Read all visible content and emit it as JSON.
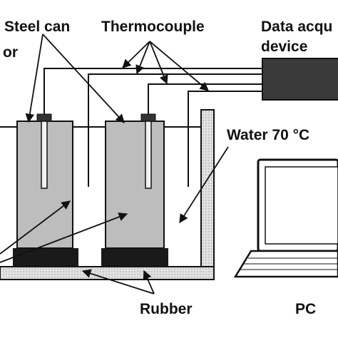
{
  "labels": {
    "steel_can": "Steel can",
    "thermocouple": "Thermocouple",
    "data_acquisition": "Data acqu",
    "device": "device",
    "sensor_fragment": "or",
    "water": "Water 70 °C",
    "rubber": "Rubber",
    "pc": "PC"
  },
  "colors": {
    "can_fill": "#bdbdbd",
    "rubber_pad": "#1a1a1a",
    "base_fill": "#dedede",
    "device_fill": "#3a3a3a",
    "wall_fill": "#cfcfcf",
    "line": "#111111",
    "background": "#ffffff"
  }
}
